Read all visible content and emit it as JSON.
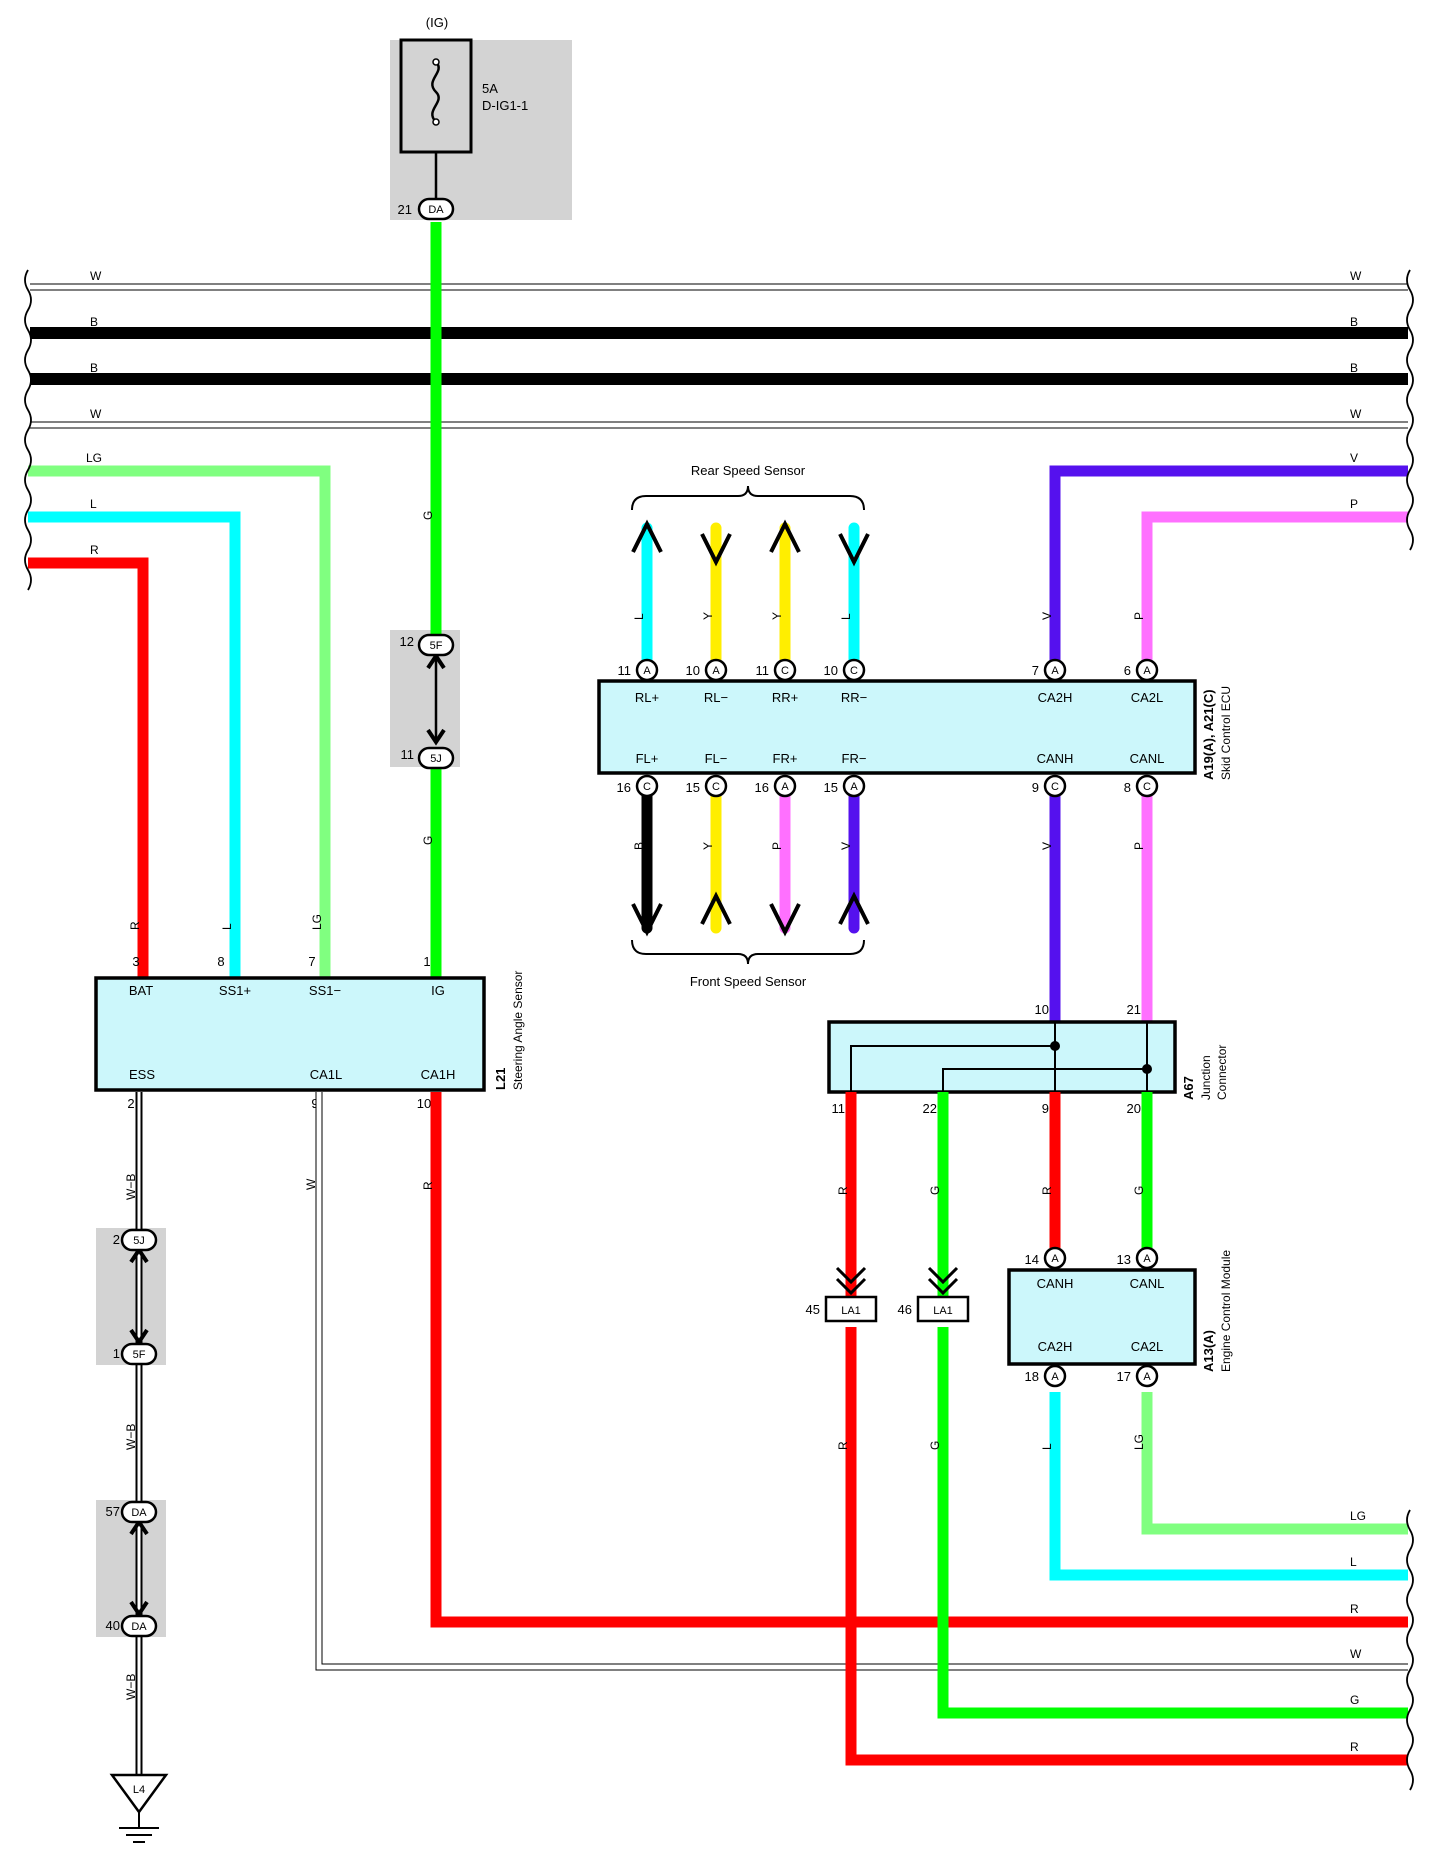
{
  "fuse": {
    "supply": "(IG)",
    "rating": "5A",
    "name": "D-IG1-1",
    "out_pin": "21",
    "out_conn": "DA"
  },
  "bus_wires": [
    {
      "color_code": "W",
      "hex": "#ffffff"
    },
    {
      "color_code": "B",
      "hex": "#000000"
    },
    {
      "color_code": "B",
      "hex": "#000000"
    },
    {
      "color_code": "W",
      "hex": "#ffffff"
    }
  ],
  "left_wires": [
    {
      "color_code": "LG",
      "hex": "#80ff80"
    },
    {
      "color_code": "L",
      "hex": "#00ffff"
    },
    {
      "color_code": "R",
      "hex": "#ff0000"
    }
  ],
  "right_top_wires": [
    {
      "color_code": "V",
      "hex": "#5511ee"
    },
    {
      "color_code": "P",
      "hex": "#ff70ff"
    }
  ],
  "right_bottom_wires": [
    {
      "color_code": "LG",
      "hex": "#80ff80"
    },
    {
      "color_code": "L",
      "hex": "#00ffff"
    },
    {
      "color_code": "R",
      "hex": "#ff0000"
    },
    {
      "color_code": "W",
      "hex": "#ffffff"
    },
    {
      "color_code": "G",
      "hex": "#00ff00"
    },
    {
      "color_code": "R",
      "hex": "#ff0000"
    }
  ],
  "ig_line": {
    "color_code": "G",
    "upper_pin": "12",
    "upper_conn": "5F",
    "lower_pin": "11",
    "lower_conn": "5J"
  },
  "steering_sensor": {
    "code": "L21",
    "name": "Steering Angle Sensor",
    "top_pins": [
      {
        "pin": "3",
        "label": "BAT",
        "wire": "R"
      },
      {
        "pin": "8",
        "label": "SS1+",
        "wire": "L"
      },
      {
        "pin": "7",
        "label": "SS1−",
        "wire": "LG"
      },
      {
        "pin": "1",
        "label": "IG",
        "wire": ""
      }
    ],
    "bottom_pins": [
      {
        "pin": "2",
        "label": "ESS",
        "wire": "W−B"
      },
      {
        "pin": "9",
        "label": "CA1L",
        "wire": "W"
      },
      {
        "pin": "10",
        "label": "CA1H",
        "wire": "R"
      }
    ]
  },
  "ground_path": {
    "wire": "W−B",
    "conn1": {
      "upper_pin": "2",
      "upper_conn": "5J",
      "lower_pin": "1",
      "lower_conn": "5F"
    },
    "conn2": {
      "upper_pin": "57",
      "upper_conn": "DA",
      "lower_pin": "40",
      "lower_conn": "DA"
    },
    "ground": "L4"
  },
  "skid_ecu": {
    "code": "A19(A), A21(C)",
    "name": "Skid Control ECU",
    "rear_sensor": "Rear Speed Sensor",
    "front_sensor": "Front Speed Sensor",
    "top_pins": [
      {
        "pin": "11",
        "conn": "A",
        "label": "RL+",
        "wire": "L",
        "hex": "#00ffff"
      },
      {
        "pin": "10",
        "conn": "A",
        "label": "RL−",
        "wire": "Y",
        "hex": "#ffee00"
      },
      {
        "pin": "11",
        "conn": "C",
        "label": "RR+",
        "wire": "Y",
        "hex": "#ffee00"
      },
      {
        "pin": "10",
        "conn": "C",
        "label": "RR−",
        "wire": "L",
        "hex": "#00ffff"
      },
      {
        "pin": "7",
        "conn": "A",
        "label": "CA2H",
        "wire": "V",
        "hex": "#5511ee"
      },
      {
        "pin": "6",
        "conn": "A",
        "label": "CA2L",
        "wire": "P",
        "hex": "#ff70ff"
      }
    ],
    "bottom_pins": [
      {
        "pin": "16",
        "conn": "C",
        "label": "FL+",
        "wire": "B",
        "hex": "#000000"
      },
      {
        "pin": "15",
        "conn": "C",
        "label": "FL−",
        "wire": "Y",
        "hex": "#ffee00"
      },
      {
        "pin": "16",
        "conn": "A",
        "label": "FR+",
        "wire": "P",
        "hex": "#ff70ff"
      },
      {
        "pin": "15",
        "conn": "A",
        "label": "FR−",
        "wire": "V",
        "hex": "#5511ee"
      },
      {
        "pin": "9",
        "conn": "C",
        "label": "CANH",
        "wire": "V",
        "hex": "#5511ee"
      },
      {
        "pin": "8",
        "conn": "C",
        "label": "CANL",
        "wire": "P",
        "hex": "#ff70ff"
      }
    ]
  },
  "junction": {
    "code": "A67",
    "name1": "Junction",
    "name2": "Connector",
    "top_pins": [
      "10",
      "21"
    ],
    "bottom_pins": [
      {
        "pin": "11",
        "wire": "R"
      },
      {
        "pin": "22",
        "wire": "G"
      },
      {
        "pin": "9",
        "wire": "R"
      },
      {
        "pin": "20",
        "wire": "G"
      }
    ]
  },
  "la1": [
    {
      "pin": "45",
      "conn": "LA1"
    },
    {
      "pin": "46",
      "conn": "LA1"
    }
  ],
  "ecm": {
    "code": "A13(A)",
    "name": "Engine Control Module",
    "top_pins": [
      {
        "pin": "14",
        "conn": "A",
        "label": "CANH"
      },
      {
        "pin": "13",
        "conn": "A",
        "label": "CANL"
      }
    ],
    "bottom_pins": [
      {
        "pin": "18",
        "conn": "A",
        "label": "CA2H",
        "wire": "L"
      },
      {
        "pin": "17",
        "conn": "A",
        "label": "CA2L",
        "wire": "LG"
      }
    ]
  },
  "lower_wire_labels": {
    "la1_left": "R",
    "la1_right": "G"
  }
}
